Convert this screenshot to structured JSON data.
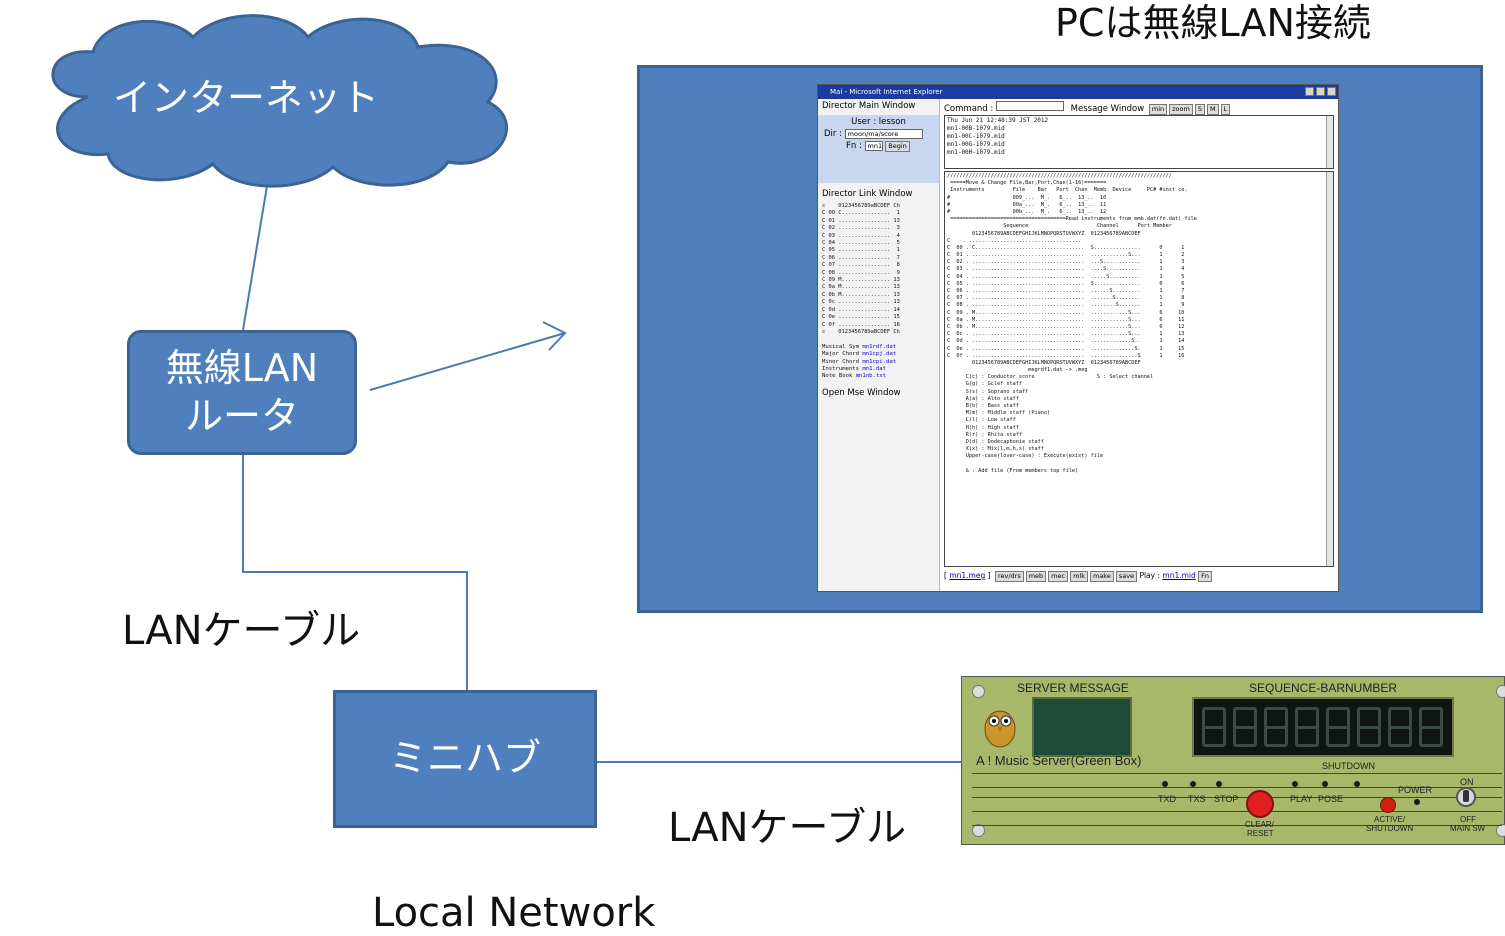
{
  "colors": {
    "node_fill": "#4f7fbd",
    "node_border": "#3b6394",
    "line": "#4a7ab5",
    "text": "#111111",
    "panel_green": "#a7b86b"
  },
  "labels": {
    "internet": "インターネット",
    "router_line1": "無線LAN",
    "router_line2": "ルータ",
    "cable1": "LANケーブル",
    "hub": "ミニハブ",
    "cable2": "LANケーブル",
    "network": "Local Network",
    "pc_caption": "PCは無線LAN接続"
  },
  "screenshot": {
    "window_title": "Mai - Microsoft Internet Explorer",
    "left": {
      "main_window_title": "Director Main Window",
      "user": "User : lesson",
      "dir_label": "Dir :",
      "dir_value": "moon/ma/score",
      "fn_label": "Fn :",
      "fn_value": "mn1",
      "begin_button": "Begin",
      "link_window_title": "Director Link Window",
      "link_rows": [
        "c    0123456789aBCDEF Ch",
        "C 00 C...............  1",
        "C 01 ................ 13",
        "C 02 ................  3",
        "C 03 ................  4",
        "C 04 ................  5",
        "C 05 ................  1",
        "C 06 ................  7",
        "C 07 ................  8",
        "C 08 ................  9",
        "C 09 M............... 13",
        "C 0a M............... 13",
        "C 0b M............... 13",
        "C 0c ................ 13",
        "C 0d ................ 14",
        "C 0e ................ 15",
        "C 0f ................ 16",
        "c    0123456789aBCDEF Ch"
      ],
      "files": [
        {
          "label": "Musical Sym",
          "file": "mn1rdf.dat"
        },
        {
          "label": "Major Chord",
          "file": "mn1cpj.dat"
        },
        {
          "label": "Minor Chord",
          "file": "mn1cpi.dat"
        },
        {
          "label": "Instruments",
          "file": "mn1.dat"
        },
        {
          "label": "Note Book",
          "file": "mn1nb.txt"
        }
      ],
      "open_window": "Open Mse Window"
    },
    "right": {
      "command_label": "Command :",
      "message_window_label": "Message Window",
      "buttons_top": [
        "min",
        "zoom",
        "S",
        "M",
        "L"
      ],
      "log_lines": [
        "Thu Jun 21 12:48:39 JST 2012",
        "mn1-00B-1079.mid",
        "mn1-00C-1079.mid",
        "mn1-00G-1079.mid",
        "mn1-00H-1079.mid"
      ],
      "main_lines": [
        "////////////////////////////////////////////////////////////////////////",
        " =====Move & Change File,Bar,Port,Chan(1-16)=======",
        " Instruments         File    Bar   Port  Chan  Memb  Device     PC# #inst ce.",
        "#                    009_...  M_.   6_..  13_..  10",
        "#                    00a_...  M_.   6_..  13_..  11",
        "#                    00b_...  M_.   6_..  13_..  12",
        " =====================================Read instruments from mmb.dat(fn.dat) file",
        "                  Sequence                      Channel      Port Member",
        "        0123456789ABCDEFGHIJKLMNOPQRSTUVWXYZ  0123456789ABCDEF",
        "C    . ....................................",
        "C  00 . C...................................  S...............      0      1",
        "C  01 . ....................................  ............S...      1      2",
        "C  02 . ....................................  ...S............      1      3",
        "C  03 . ....................................  ....S...........      1      4",
        "C  04 . ....................................  .....S..........      1      5",
        "C  05 . ....................................  S...............      0      6",
        "C  06 . ....................................  ......S.........      1      7",
        "C  07 . ....................................  .......S........      1      8",
        "C  08 . ....................................  ........S.......      1      9",
        "C  09 . M...................................  ............S...      6     10",
        "C  0a . M...................................  ............S...      6     11",
        "C  0b . M...................................  ............S...      6     12",
        "C  0c . ....................................  ............S...      1     13",
        "C  0d . ....................................  .............S..      1     14",
        "C  0e . ....................................  ..............S.      1     15",
        "C  0f . ....................................  ...............S      1     16",
        "        0123456789ABCDEFGHIJKLMNOPQRSTUVWXYZ  0123456789ABCDEF",
        "                          megrdf1.dat -> .meg",
        "      C(c) : Conductor score                    S : Select channel",
        "      G(g) : Gclef staff",
        "      S(s) : Soprano staff",
        "      A(a) : Alto staff",
        "      B(b) : Bass staff",
        "      M(m) : Middle staff (Piano)",
        "      L(l) : Low staff",
        "      H(h) : High staff",
        "      R(r) : Rhita staff",
        "      D(d) : Dodecaphonie staff",
        "      X(x) : Mix(l,m,h,s) staff",
        "      Upper-case(lover-case) : Execute(exist) file",
        "",
        "      & : Add file (From members top file)"
      ],
      "bottom_link": "mn1.meg",
      "bottom_buttons": [
        "rev/drs",
        "meb",
        "mec",
        "mlk",
        "make",
        "save"
      ],
      "play_label": "Play :",
      "play_link": "mn1.mid",
      "fn_button": "Fn"
    }
  },
  "hardware": {
    "server_message": "SERVER MESSAGE",
    "sequence_barnumber": "SEQUENCE-BARNUMBER",
    "device_name": "A ! Music Server(Green Box)",
    "shutdown": "SHUTDOWN",
    "on": "ON",
    "power": "POWER",
    "led_labels": [
      "TXD",
      "TXS",
      "STOP",
      "PLAY",
      "POSE"
    ],
    "clear_reset_1": "CLEAR/",
    "clear_reset_2": "RESET",
    "active_shutdown_1": "ACTIVE/",
    "active_shutdown_2": "SHUTDOWN",
    "off": "OFF",
    "main_sw": "MAIN SW",
    "display_digits": 8
  }
}
